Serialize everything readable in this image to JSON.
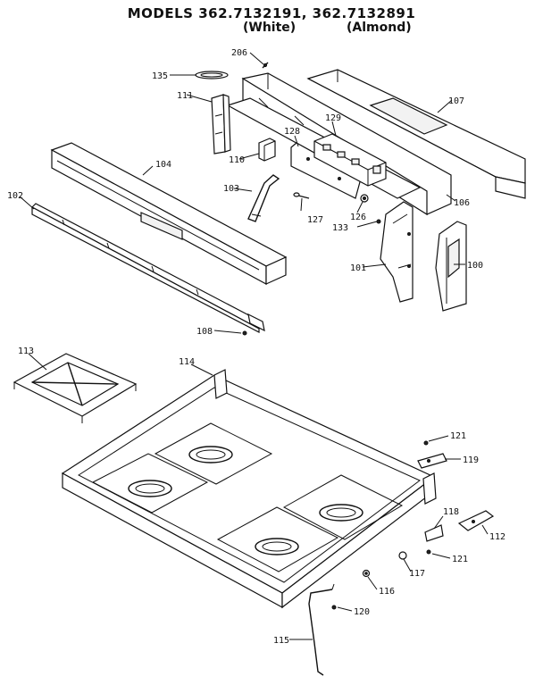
{
  "header": {
    "title": "MODELS 362.7132191, 362.7132891",
    "variant_white": "(White)",
    "variant_almond": "(Almond)"
  },
  "parts": {
    "p100": "100",
    "p101": "101",
    "p102": "102",
    "p103": "103",
    "p104": "104",
    "p106": "106",
    "p107": "107",
    "p108": "108",
    "p110": "110",
    "p111": "111",
    "p112": "112",
    "p113": "113",
    "p114": "114",
    "p115": "115",
    "p116": "116",
    "p117": "117",
    "p118": "118",
    "p119": "119",
    "p120": "120",
    "p121a": "121",
    "p121b": "121",
    "p126": "126",
    "p127": "127",
    "p128": "128",
    "p129": "129",
    "p133": "133",
    "p135": "135",
    "p206": "206"
  }
}
